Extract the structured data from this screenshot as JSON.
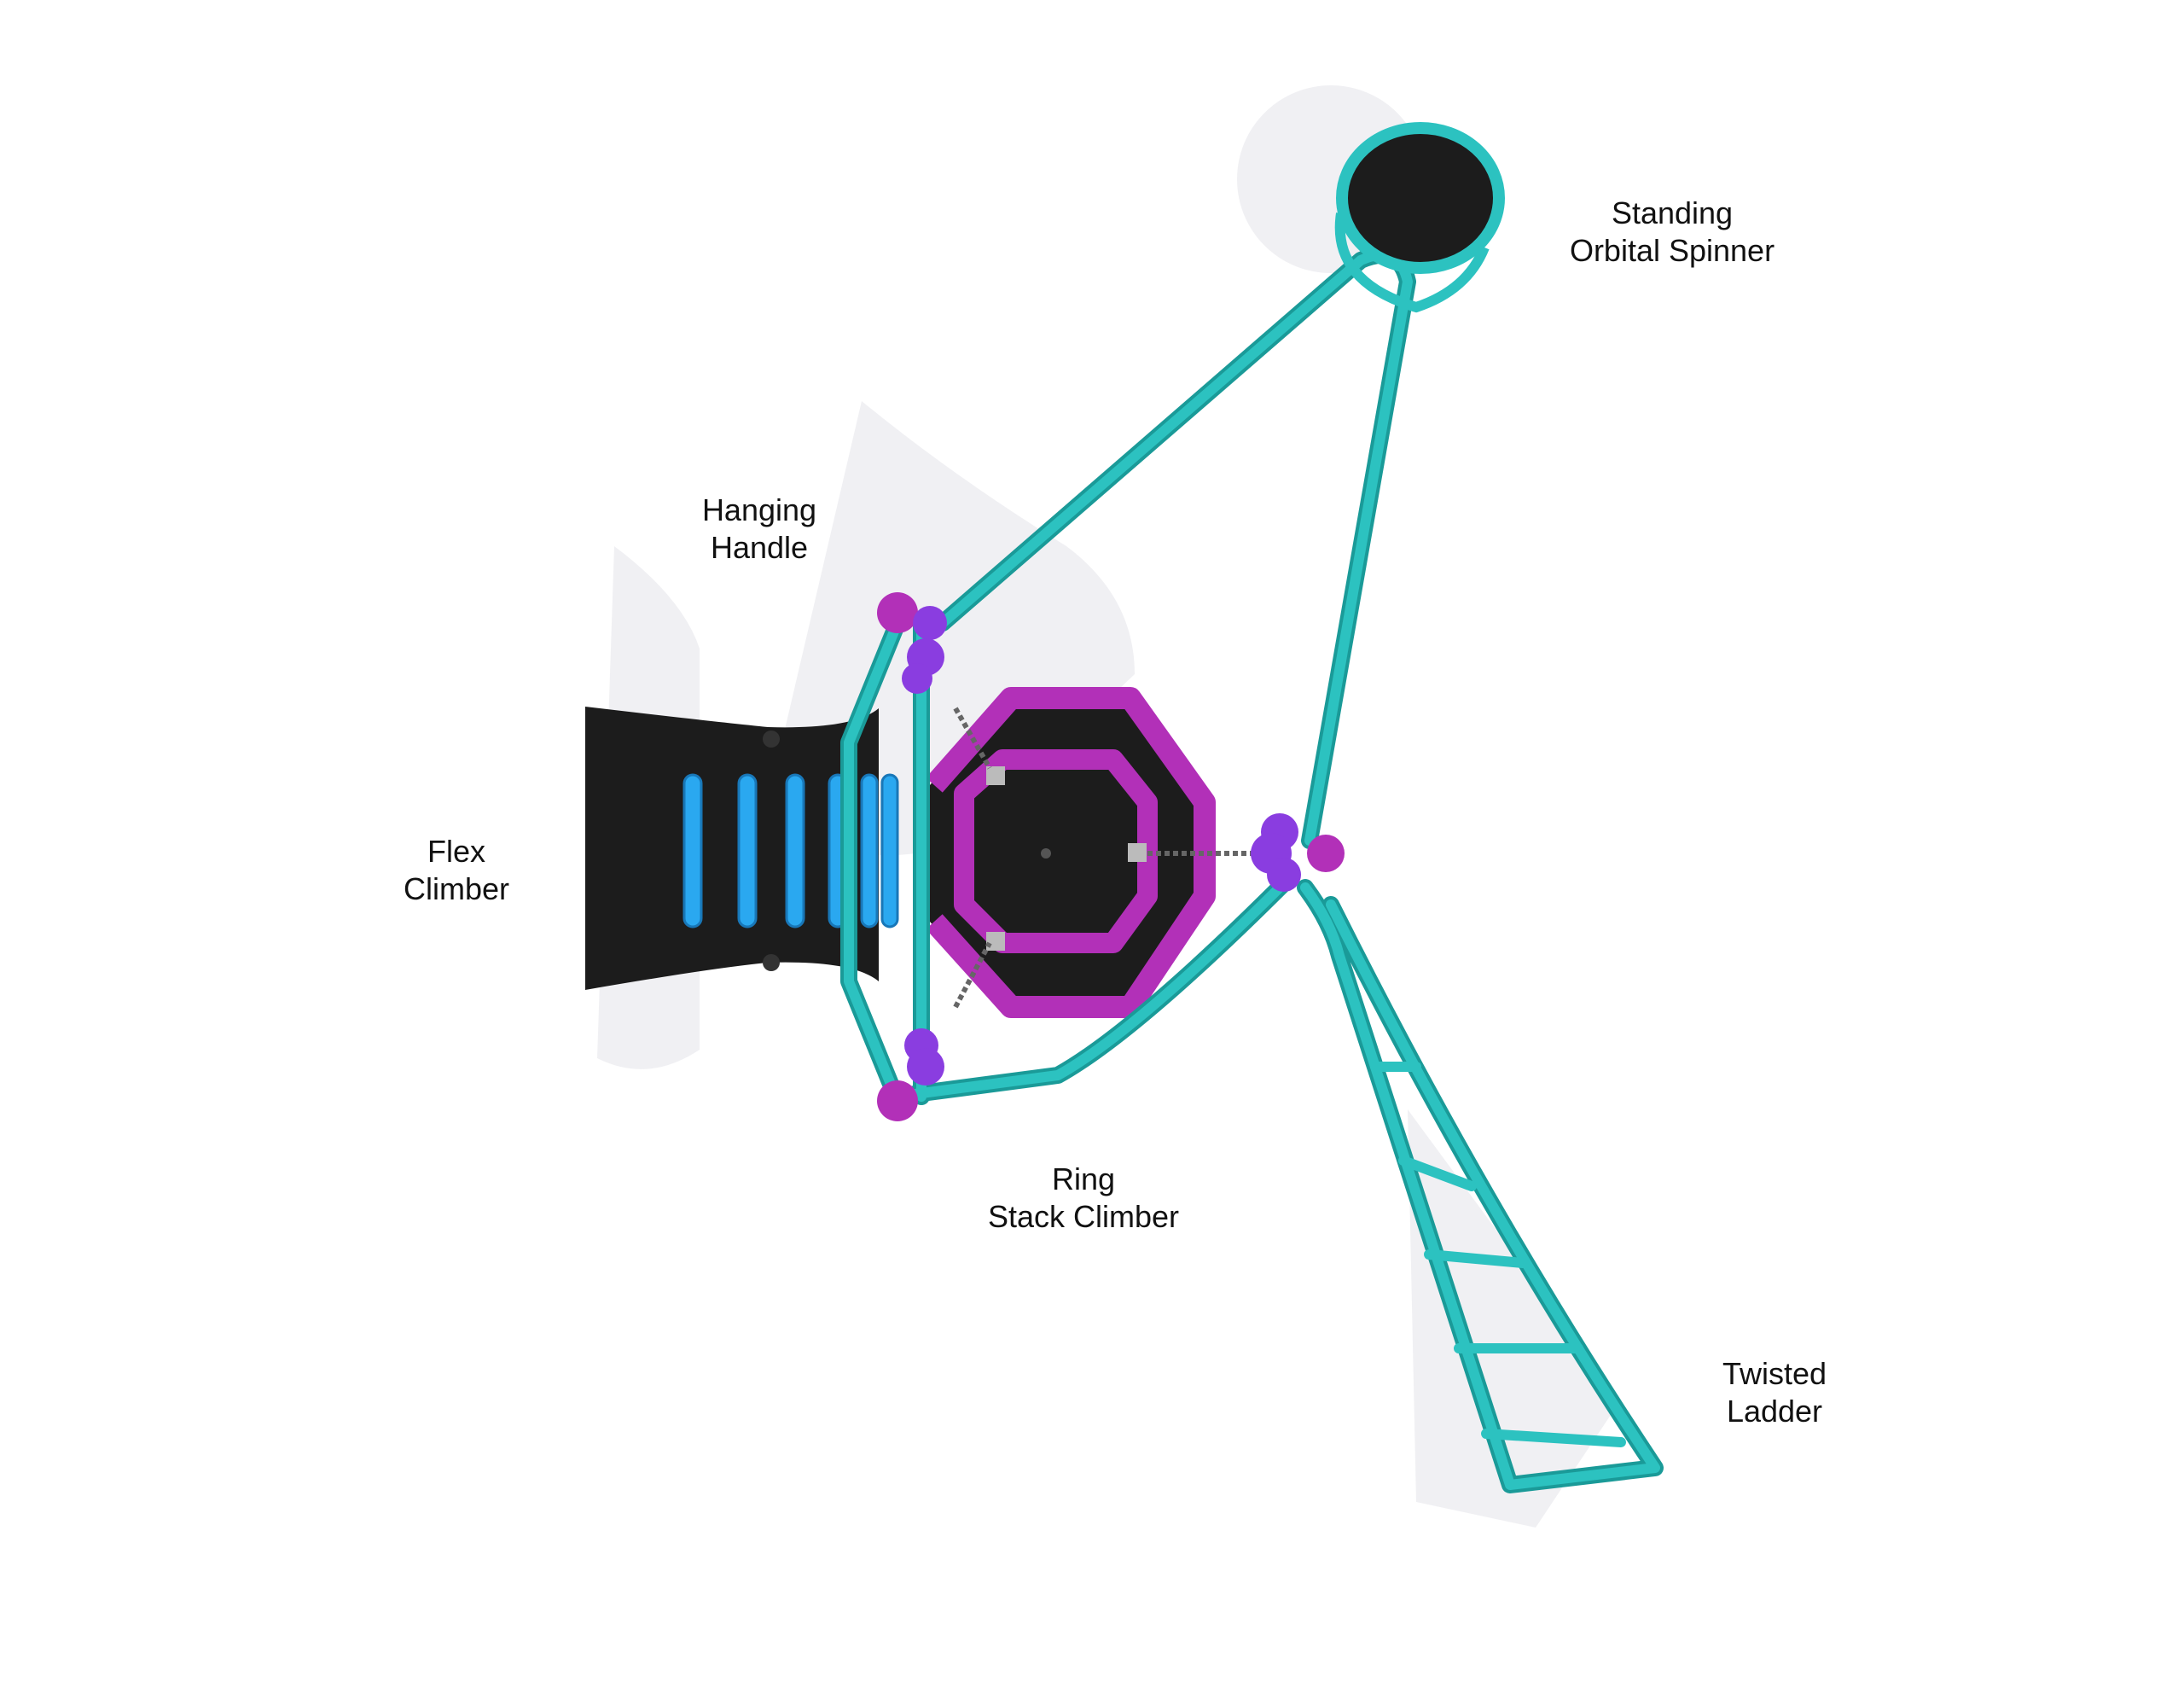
{
  "labels": {
    "spinner": {
      "line1": "Standing",
      "line2": "Orbital Spinner"
    },
    "hanging": {
      "line1": "Hanging",
      "line2": "Handle"
    },
    "flex": {
      "line1": "Flex",
      "line2": "Climber"
    },
    "ring": {
      "line1": "Ring",
      "line2": "Stack Climber"
    },
    "ladder": {
      "line1": "Twisted",
      "line2": "Ladder"
    }
  },
  "colors": {
    "frame": "#2cc2c0",
    "frame_dark": "#1a9a98",
    "panel": "#1c1c1c",
    "purple": "#b230b8",
    "violet": "#8a3de0",
    "blue": "#2aa8f0",
    "shadow": "#e6e6ea"
  }
}
